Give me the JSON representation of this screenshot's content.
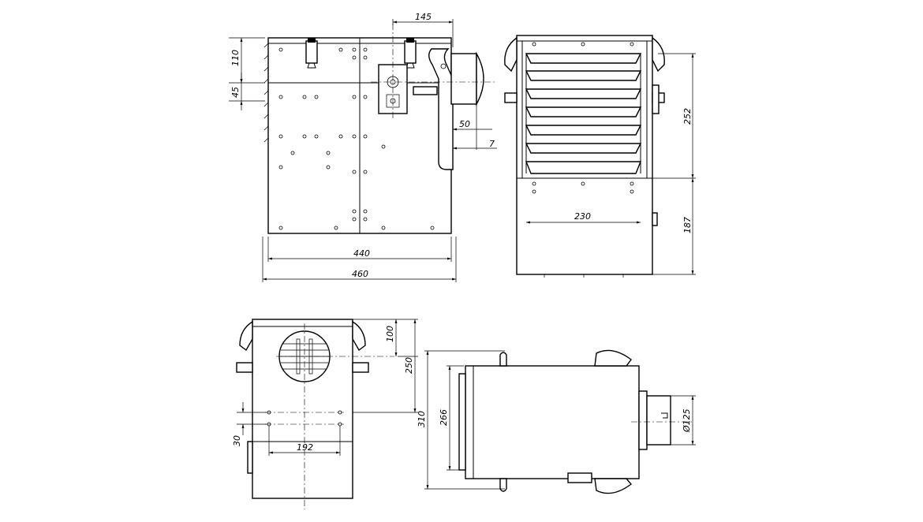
{
  "dimensions": {
    "front_width_inner": "440",
    "front_width_outer": "460",
    "top_offset": "110",
    "flange_height": "45",
    "pipe_offset": "145",
    "pipe_depth": "50",
    "pipe_gap": "7",
    "side_grille_width": "230",
    "side_upper_height": "252",
    "side_lower_height": "187",
    "rear_hole_spacing": "192",
    "rear_bottom_offset": "30",
    "rear_pipe_offset": "100",
    "rear_height": "250",
    "top_width": "266",
    "top_width_outer": "310",
    "pipe_diameter": "Ø125"
  },
  "colors": {
    "line": "#000000",
    "background": "#ffffff"
  }
}
